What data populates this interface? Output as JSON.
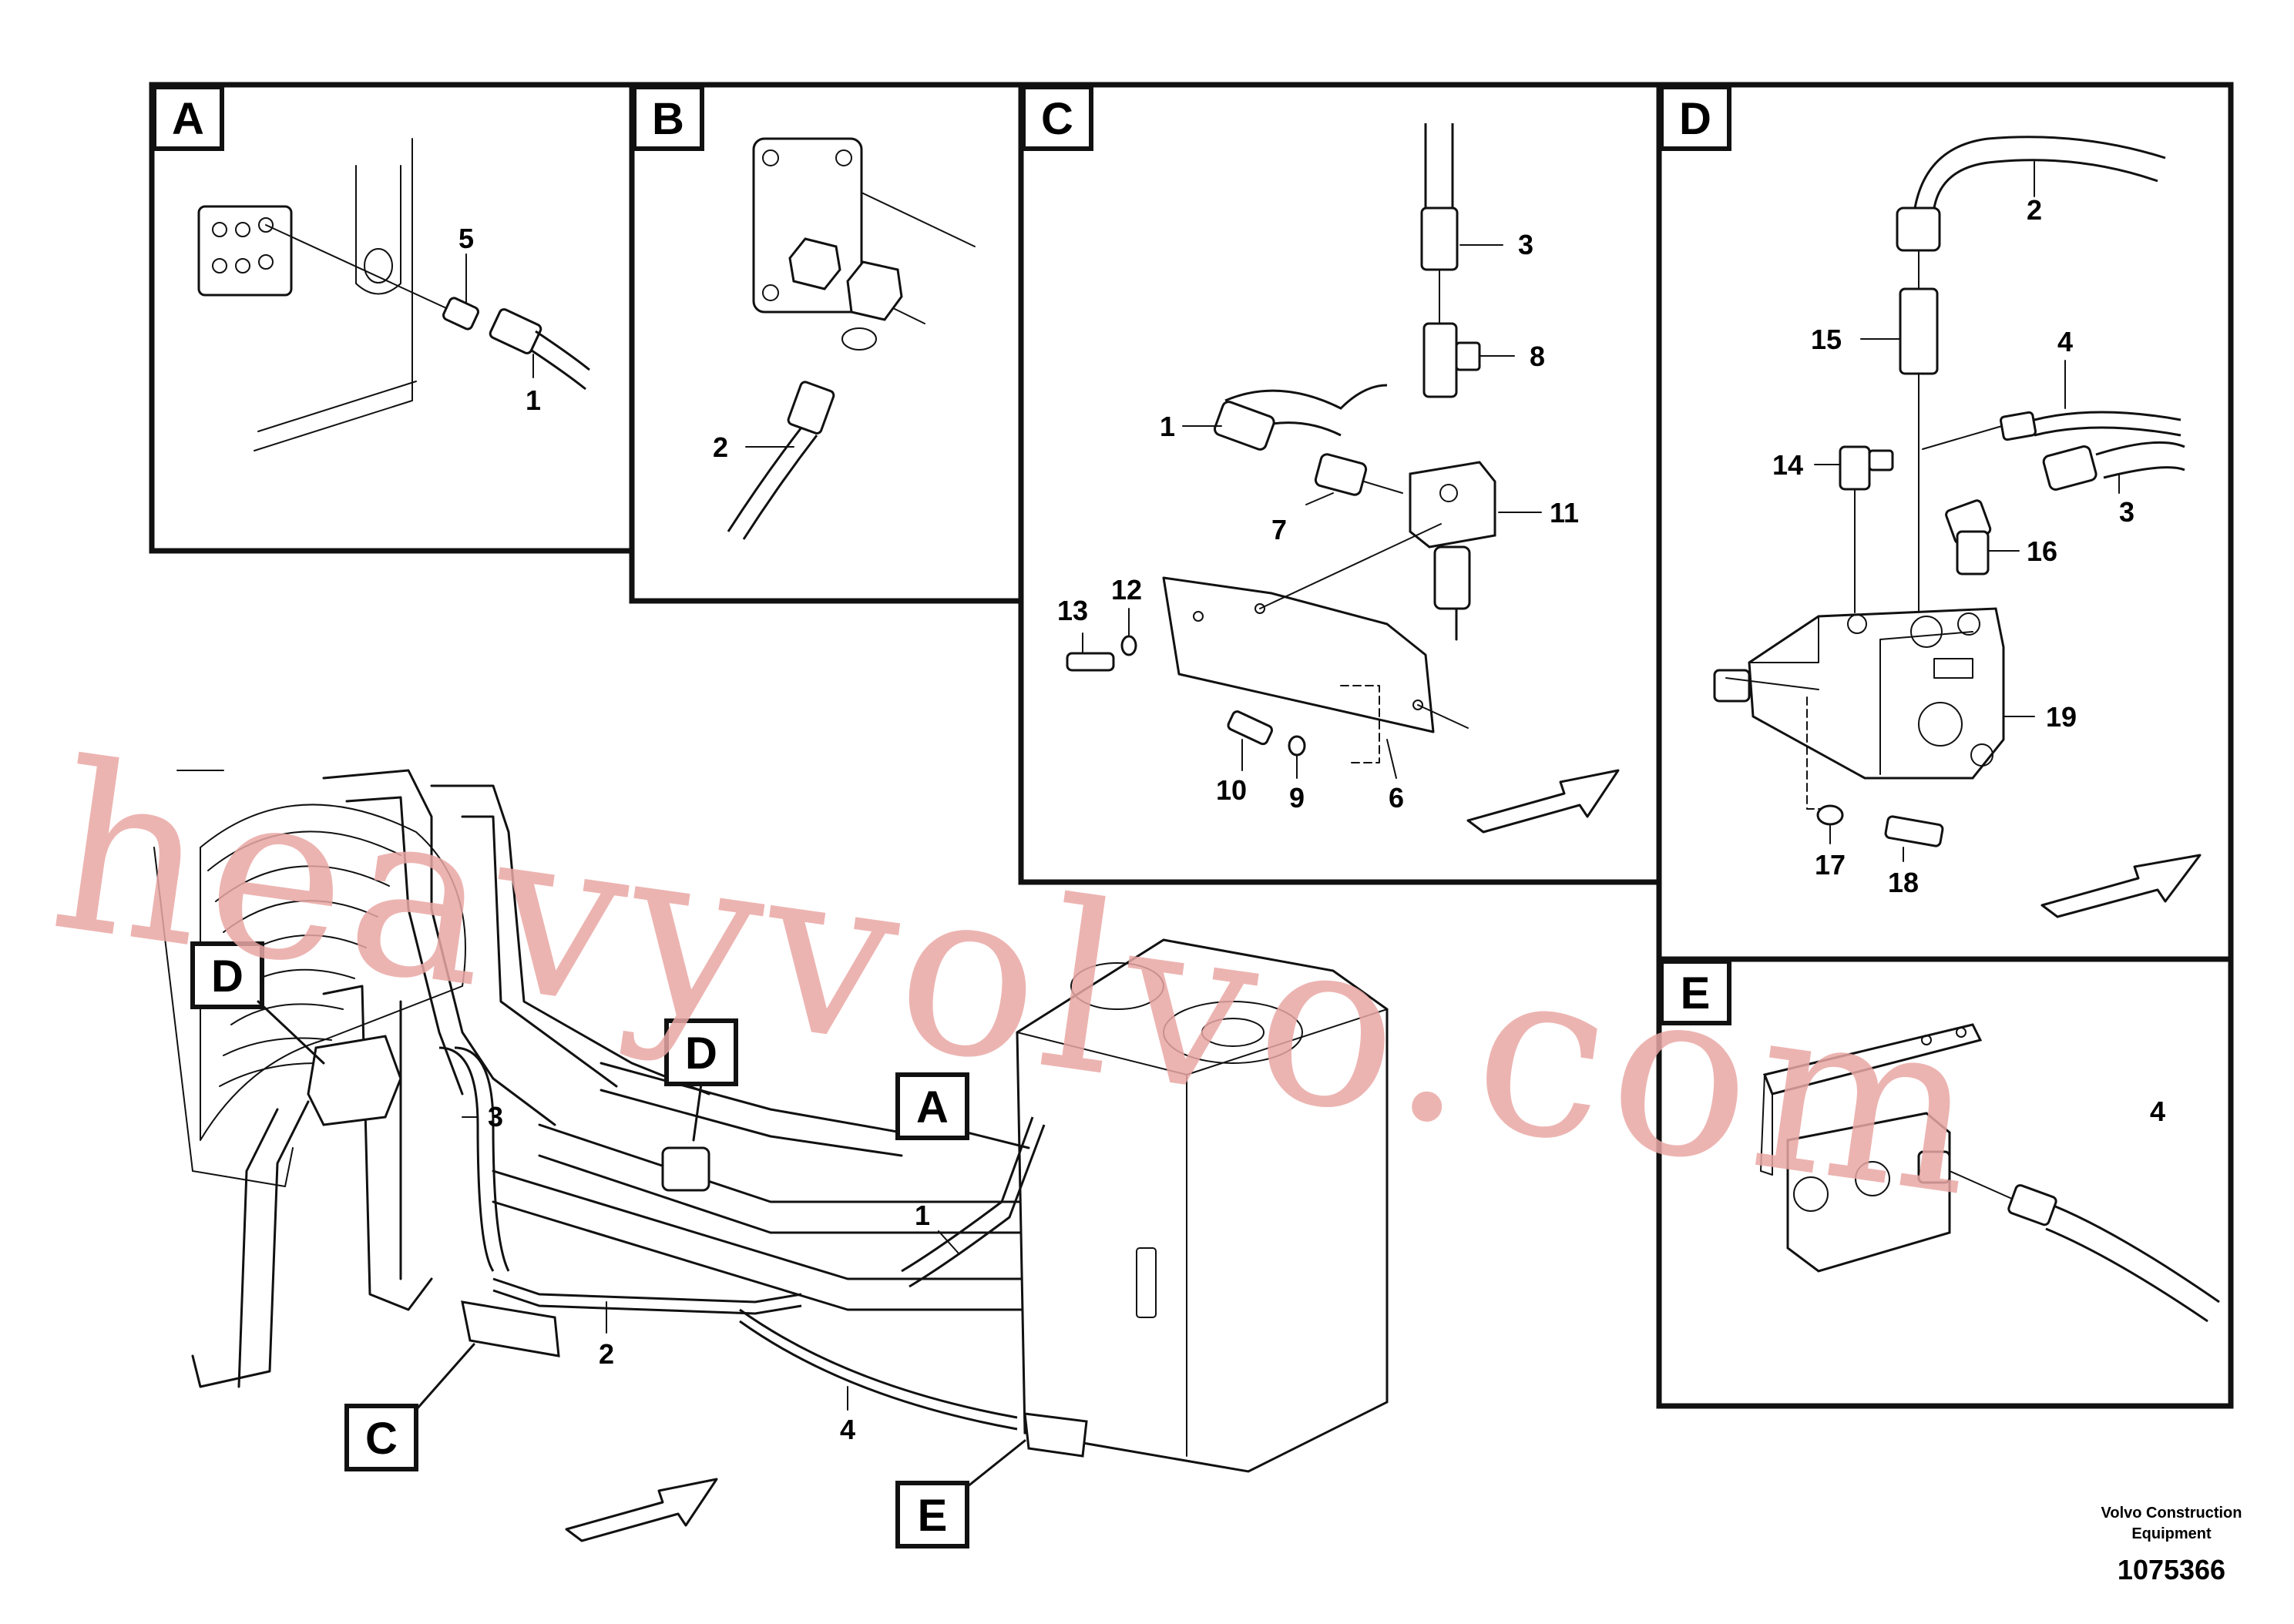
{
  "panels": {
    "A": {
      "letter": "A",
      "callouts": [
        "5",
        "1"
      ]
    },
    "B": {
      "letter": "B",
      "callouts": [
        "2"
      ]
    },
    "C": {
      "letter": "C",
      "callouts": [
        "3",
        "8",
        "1",
        "7",
        "11",
        "13",
        "12",
        "10",
        "9",
        "6"
      ]
    },
    "D": {
      "letter": "D",
      "callouts": [
        "2",
        "15",
        "4",
        "14",
        "3",
        "16",
        "19",
        "17",
        "18"
      ]
    },
    "E": {
      "letter": "E",
      "callouts": [
        "4"
      ]
    }
  },
  "main": {
    "labels": [
      "D",
      "D",
      "A",
      "C",
      "E"
    ],
    "callouts": [
      "3",
      "1",
      "2",
      "4"
    ]
  },
  "watermark": "heavyvolvo.com",
  "footer": {
    "company_line1": "Volvo Construction",
    "company_line2": "Equipment",
    "drawing_number": "1075366"
  },
  "colors": {
    "line": "#111111",
    "watermark": "#e9a7a4",
    "background": "#ffffff"
  }
}
